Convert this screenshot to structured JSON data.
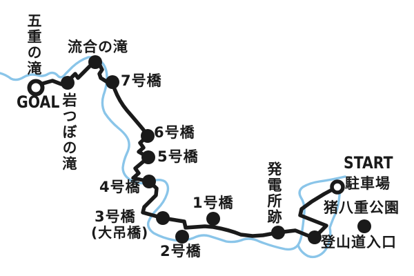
{
  "map": {
    "colors": {
      "river": "#8AC5E9",
      "trail": "#1A1A1A",
      "label_text": "#1A1A1A",
      "background": "#FFFFFF"
    },
    "labels": {
      "goju_falls": "五重の滝",
      "goal": "GOAL",
      "ryugo_falls": "流合の滝",
      "bridge_7": "7号橋",
      "iwatsubo_falls": "岩つぼの滝",
      "bridge_6": "6号橋",
      "bridge_5": "5号橋",
      "bridge_4": "4号橋",
      "bridge_3": "3号橋",
      "bridge_3_note": "(大吊橋)",
      "bridge_2": "2号橋",
      "bridge_1": "1号橋",
      "power_plant_ruins": "発電所跡",
      "start": "START",
      "parking": "駐車場",
      "inohae_park": "猪八重公園",
      "trailhead": "登山道入口"
    },
    "markers": {
      "start_terminal": "START 駐車場 (open circle)",
      "goal_terminal": "GOAL (open circle)",
      "waypoint": "filled black dot"
    }
  }
}
